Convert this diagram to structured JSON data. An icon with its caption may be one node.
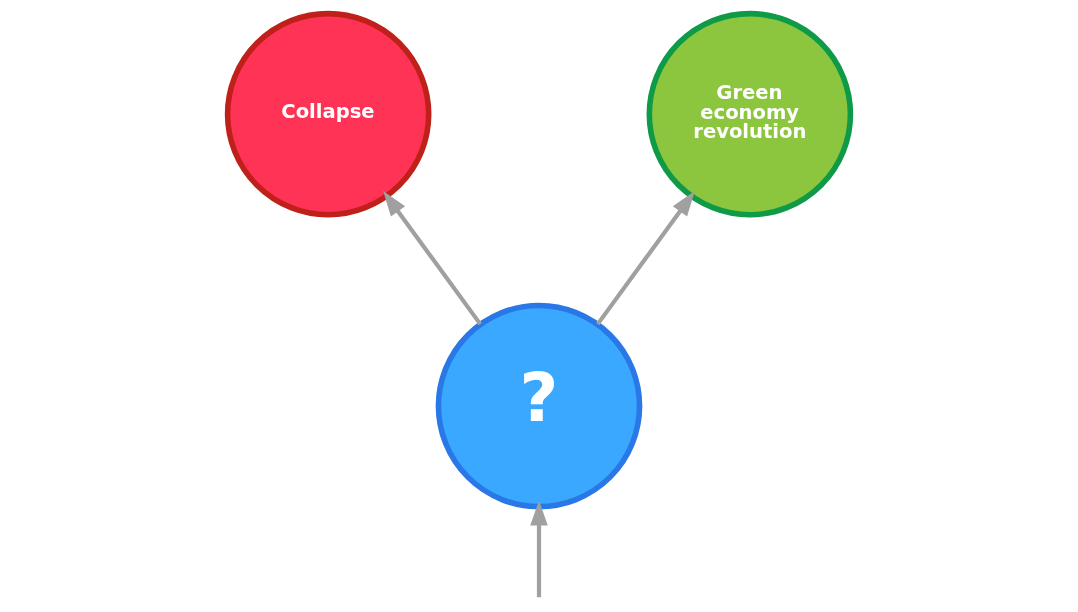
{
  "diagram": {
    "nodes": [
      {
        "text": [
          "Collapse"
        ]
      },
      {
        "text": [
          "Green economy revolution"
        ]
      },
      {
        "text": [
          "?"
        ]
      }
    ],
    "edges": [
      {
        "from": 2,
        "to": 0,
        "arrow": "to"
      },
      {
        "from": 2,
        "to": 1,
        "arrow": "to"
      },
      {
        "from": null,
        "to": 2,
        "arrow": "to"
      }
    ]
  }
}
